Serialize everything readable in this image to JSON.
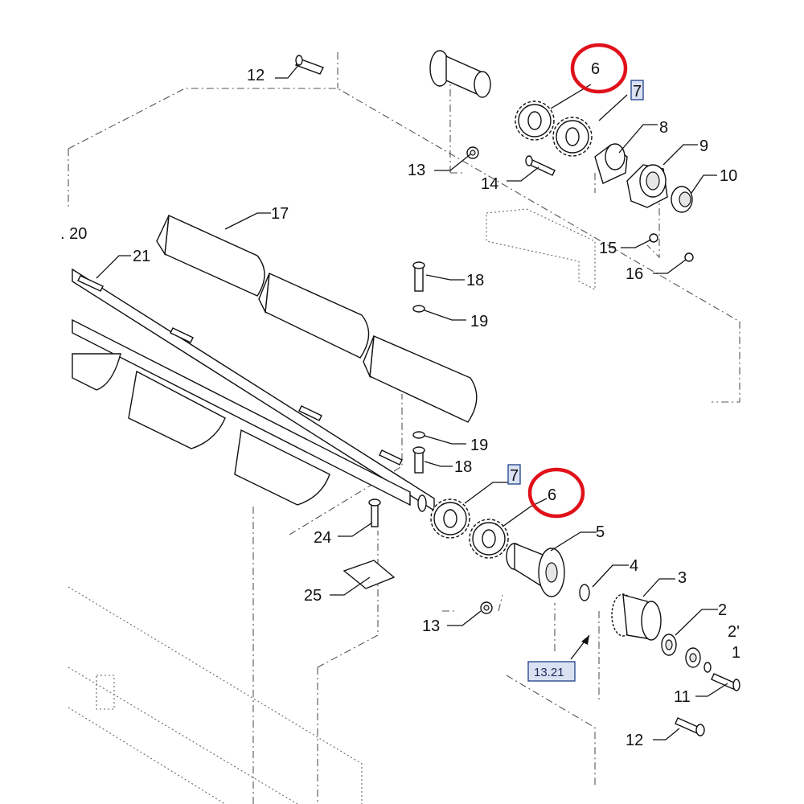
{
  "callouts": {
    "c12_top": "12",
    "c13_top": "13",
    "c14": "14",
    "c6_top": "6",
    "c7_top": "7",
    "c8": "8",
    "c9": "9",
    "c10": "10",
    "c15": "15",
    "c16": "16",
    "c17": "17",
    "c20": ". 20",
    "c21": "21",
    "c18_top": "18",
    "c19_top": "19",
    "c19_bot": "19",
    "c18_bot": "18",
    "c7_bot": "7",
    "c6_bot": "6",
    "c5": "5",
    "c4": "4",
    "c3": "3",
    "c2": "2",
    "c2b": "2'",
    "c1": "1",
    "c24": "24",
    "c25": "25",
    "c13_bot": "13",
    "c11": "11",
    "c12_bot": "12"
  },
  "reference": {
    "label": "13.21"
  },
  "colors": {
    "highlight": "#e0111a",
    "box_fill": "#d9e1f2",
    "box_stroke": "#1f3f8a",
    "line": "#111111"
  }
}
